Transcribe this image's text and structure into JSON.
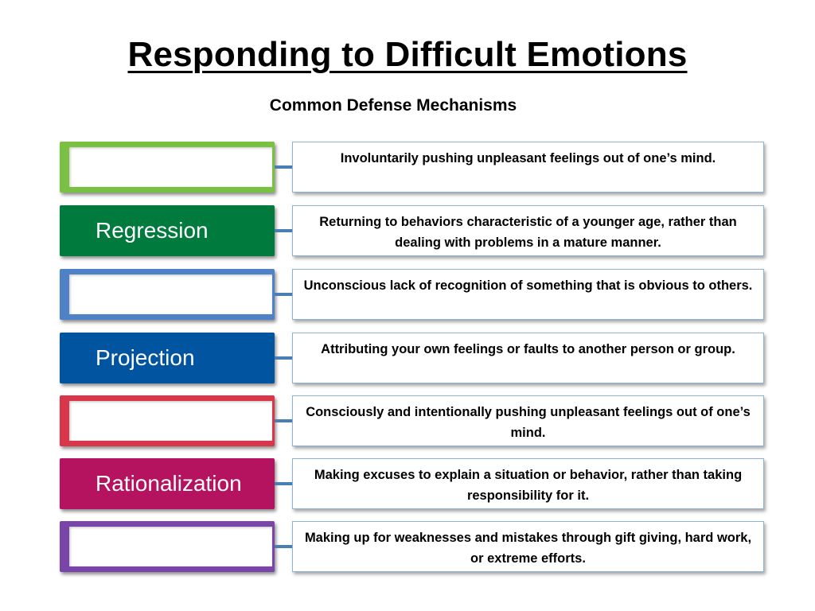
{
  "title": "Responding to Difficult Emotions",
  "subtitle": "Common Defense Mechanisms",
  "rows": [
    {
      "label": "",
      "color": "#7ac143",
      "description": "Involuntarily pushing unpleasant feelings out of one’s mind."
    },
    {
      "label": "Regression",
      "color": "#007a3d",
      "description": "Returning to behaviors characteristic of a younger age, rather than dealing with problems in a mature manner."
    },
    {
      "label": "",
      "color": "#4f81c7",
      "description": "Unconscious lack of recognition of something that is obvious to others."
    },
    {
      "label": "Projection",
      "color": "#0054a0",
      "description": "Attributing your own feelings or faults to another person or group."
    },
    {
      "label": "",
      "color": "#d9364b",
      "description": "Consciously and intentionally pushing unpleasant feelings out of one’s mind."
    },
    {
      "label": "Rationalization",
      "color": "#b5125f",
      "description": "Making excuses to explain a situation or behavior, rather than taking responsibility for it."
    },
    {
      "label": "",
      "color": "#7a45a8",
      "description": "Making up for weaknesses and mistakes through gift giving, hard work, or extreme efforts."
    }
  ]
}
